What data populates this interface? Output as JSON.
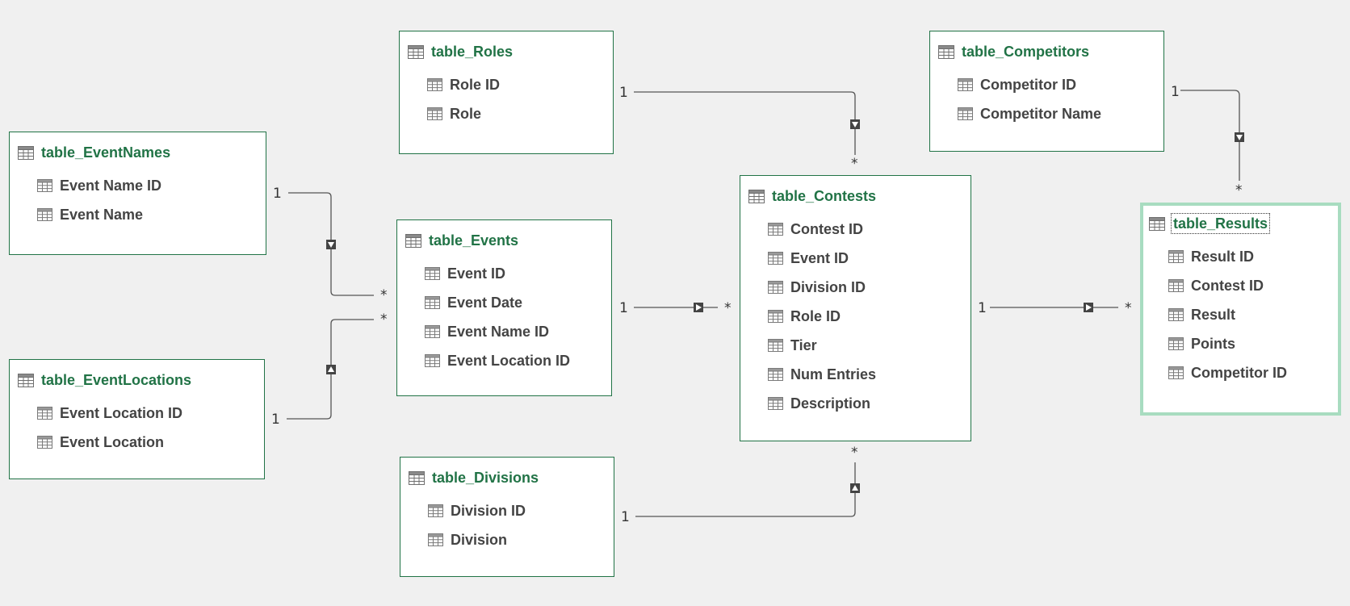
{
  "colors": {
    "background": "#f0f0f0",
    "table_border": "#217346",
    "table_title": "#217346",
    "field_text": "#444444",
    "selected_border": "#a8dcc0",
    "connector": "#555555"
  },
  "icons": {
    "table": "table-icon",
    "field": "column-icon",
    "filter_arrow": "filter-direction-icon"
  },
  "tables": {
    "eventnames": {
      "title": "table_EventNames",
      "fields": [
        "Event Name ID",
        "Event Name"
      ]
    },
    "eventlocations": {
      "title": "table_EventLocations",
      "fields": [
        "Event Location ID",
        "Event Location"
      ]
    },
    "roles": {
      "title": "table_Roles",
      "fields": [
        "Role ID",
        "Role"
      ]
    },
    "events": {
      "title": "table_Events",
      "fields": [
        "Event ID",
        "Event Date",
        "Event Name ID",
        "Event Location ID"
      ]
    },
    "divisions": {
      "title": "table_Divisions",
      "fields": [
        "Division ID",
        "Division"
      ]
    },
    "contests": {
      "title": "table_Contests",
      "fields": [
        "Contest ID",
        "Event ID",
        "Division ID",
        "Role ID",
        "Tier",
        "Num Entries",
        "Description"
      ]
    },
    "competitors": {
      "title": "table_Competitors",
      "fields": [
        "Competitor ID",
        "Competitor Name"
      ]
    },
    "results": {
      "title": "table_Results",
      "fields": [
        "Result ID",
        "Contest ID",
        "Result",
        "Points",
        "Competitor ID"
      ],
      "selected": true
    }
  },
  "relationships": {
    "one_label": "1",
    "many_label": "*"
  }
}
